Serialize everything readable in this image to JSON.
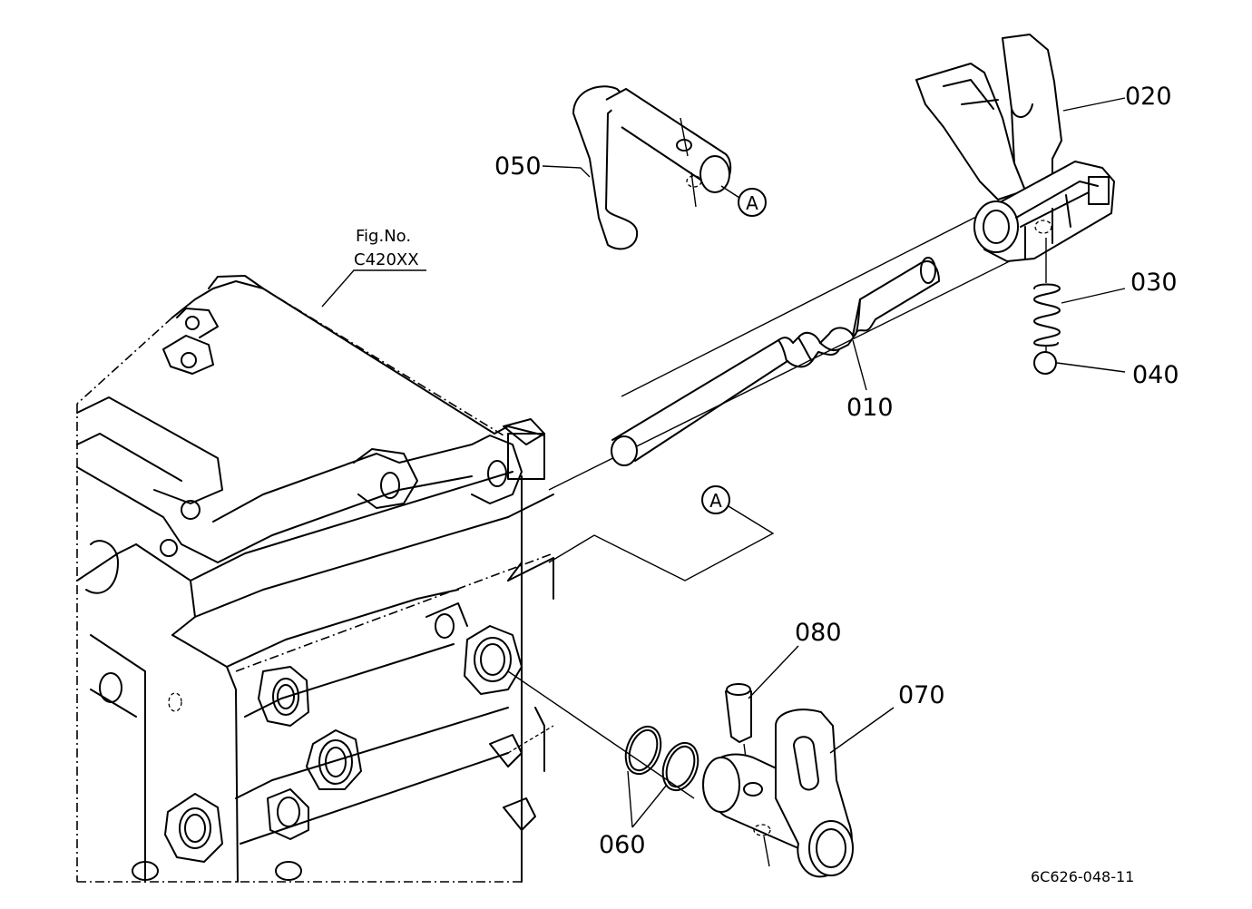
{
  "diagram": {
    "parts": [
      {
        "id": "p010",
        "label": "010"
      },
      {
        "id": "p020",
        "label": "020"
      },
      {
        "id": "p030",
        "label": "030"
      },
      {
        "id": "p040",
        "label": "040"
      },
      {
        "id": "p050",
        "label": "050"
      },
      {
        "id": "p060",
        "label": "060"
      },
      {
        "id": "p070",
        "label": "070"
      },
      {
        "id": "p080",
        "label": "080"
      }
    ],
    "reference": {
      "fig_label": "Fig.No.",
      "fig_number": "C420XX"
    },
    "callout_letter": "A",
    "drawing_code": "6C626-048-11"
  }
}
